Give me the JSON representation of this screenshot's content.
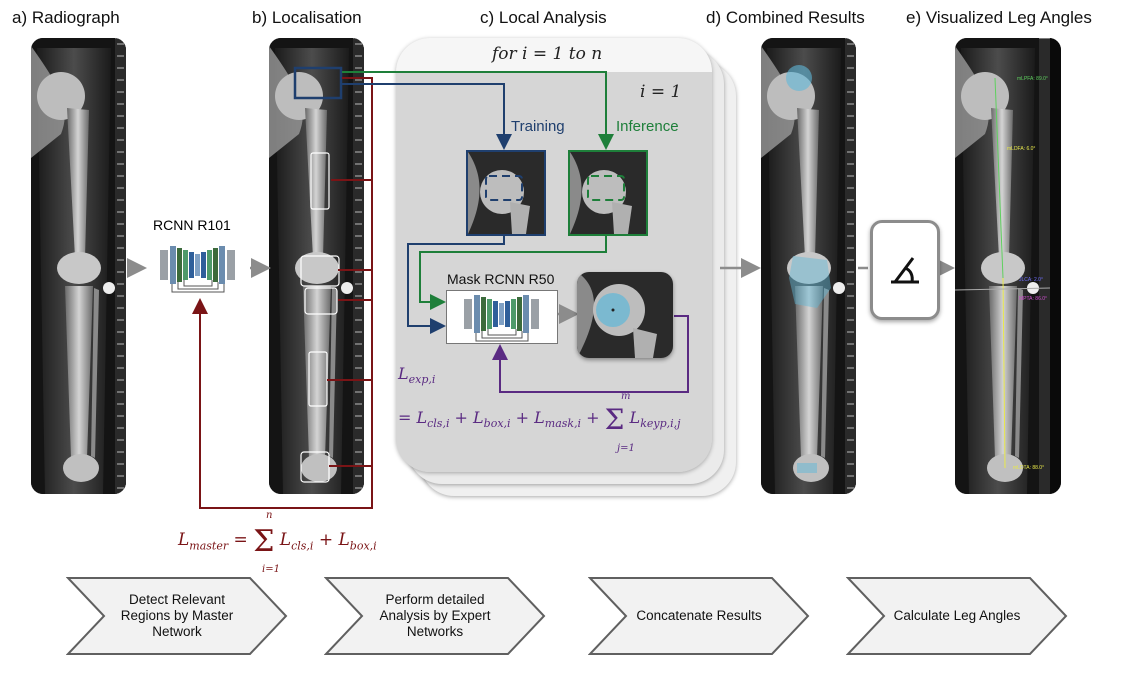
{
  "panels": {
    "a": "a) Radiograph",
    "b": "b) Localisation",
    "c": "c) Local Analysis",
    "d": "d) Combined Results",
    "e": "e) Visualized Leg Angles"
  },
  "nets": {
    "master": "RCNN R101",
    "expert": "Mask RCNN R50"
  },
  "labels": {
    "training": "Training",
    "inference": "Inference",
    "loop": "for i = 1 to n",
    "index": "i = 1"
  },
  "losses": {
    "expert_lhs": "L_exp,i",
    "expert_rhs": "= L_cls,i + L_box,i + L_mask,i + Σ_{j=1}^{m} L_keyp,i,j",
    "master": "L_master = Σ_{i=1}^{n} L_cls,i + L_box,i"
  },
  "angle_labels": [
    "mLPFA: 89.0°",
    "mLDFA: 6.0°",
    "JLCA: 2.0°",
    "MPTA: 86.0°",
    "mLDTA: 88.0°"
  ],
  "steps": [
    "Detect Relevant Regions by Master Network",
    "Perform detailed Analysis by Expert Networks",
    "Concatenate Results",
    "Calculate Leg Angles"
  ],
  "icons": {
    "angle": "angle-icon"
  },
  "colors": {
    "training": "#1f3f6e",
    "inference": "#1e7f3a",
    "master": "#7a1416",
    "expert": "#5a2a82",
    "arrow": "#8c8c8c"
  }
}
